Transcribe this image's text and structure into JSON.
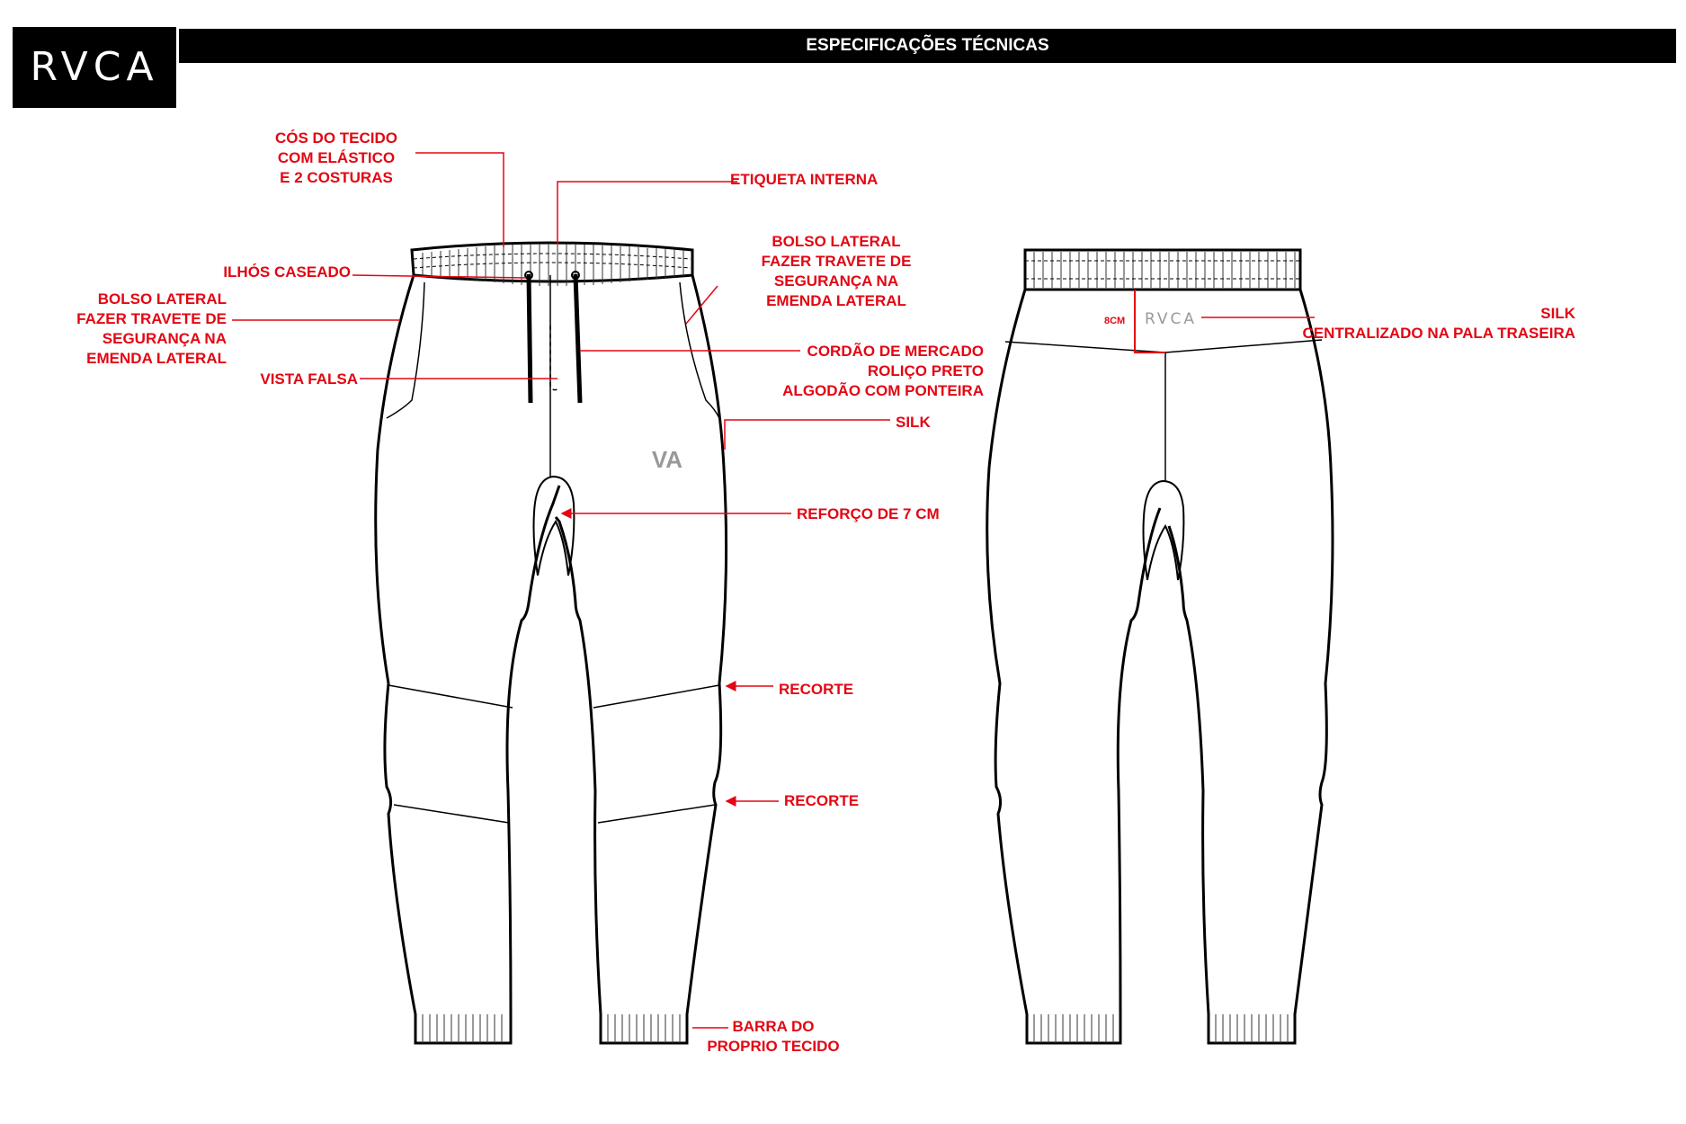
{
  "header": {
    "logo_text": "RVCA",
    "title": "ESPECIFICAÇÕES TÉCNICAS"
  },
  "front_labels": {
    "cos": "CÓS DO TECIDO\nCOM ELÁSTICO\nE 2 COSTURAS",
    "etiqueta": "ETIQUETA INTERNA",
    "ilhos": "ILHÓS CASEADO",
    "bolso_direito": "BOLSO LATERAL\nFAZER TRAVETE DE\nSEGURANÇA NA\nEMENDA LATERAL",
    "bolso_esquerdo": "BOLSO LATERAL\nFAZER TRAVETE DE\nSEGURANÇA NA\nEMENDA LATERAL",
    "cordao": "CORDÃO DE MERCADO\nROLIÇO PRETO\nALGODÃO COM PONTEIRA",
    "vista": "VISTA FALSA",
    "silk": "SILK",
    "reforco": "REFORÇO DE 7 CM",
    "recorte_1": "RECORTE",
    "recorte_2": "RECORTE",
    "barra": "BARRA DO\nPROPRIO TECIDO",
    "front_logo": "VA"
  },
  "back_labels": {
    "silk": "SILK\nCENTRALIZADO NA PALA TRASEIRA",
    "measure": "8CM",
    "back_logo": "RVCA"
  },
  "colors": {
    "annotation": "#e30613",
    "outline": "#000000",
    "logo_grey": "#999999"
  }
}
